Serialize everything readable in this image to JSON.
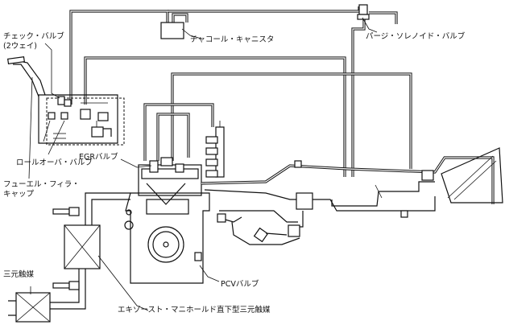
{
  "labels": {
    "check_valve_line1": "チェック・バルブ",
    "check_valve_line2": "(2ウェイ)",
    "charcoal_canister": "チャコール・キャニスタ",
    "purge_solenoid_valve": "パージ・ソレノイド・バルブ",
    "egr_valve": "EGRバルブ",
    "rollover_valve": "ロールオーバ・バルブ",
    "fuel_filler_cap_line1": "フューエル・フィラ・",
    "fuel_filler_cap_line2": "キャップ",
    "three_way_catalyst": "三元触媒",
    "pcv_valve": "PCVバルブ",
    "exhaust_manifold_catalyst": "エキゾースト・マニホールド直下型三元触媒"
  }
}
